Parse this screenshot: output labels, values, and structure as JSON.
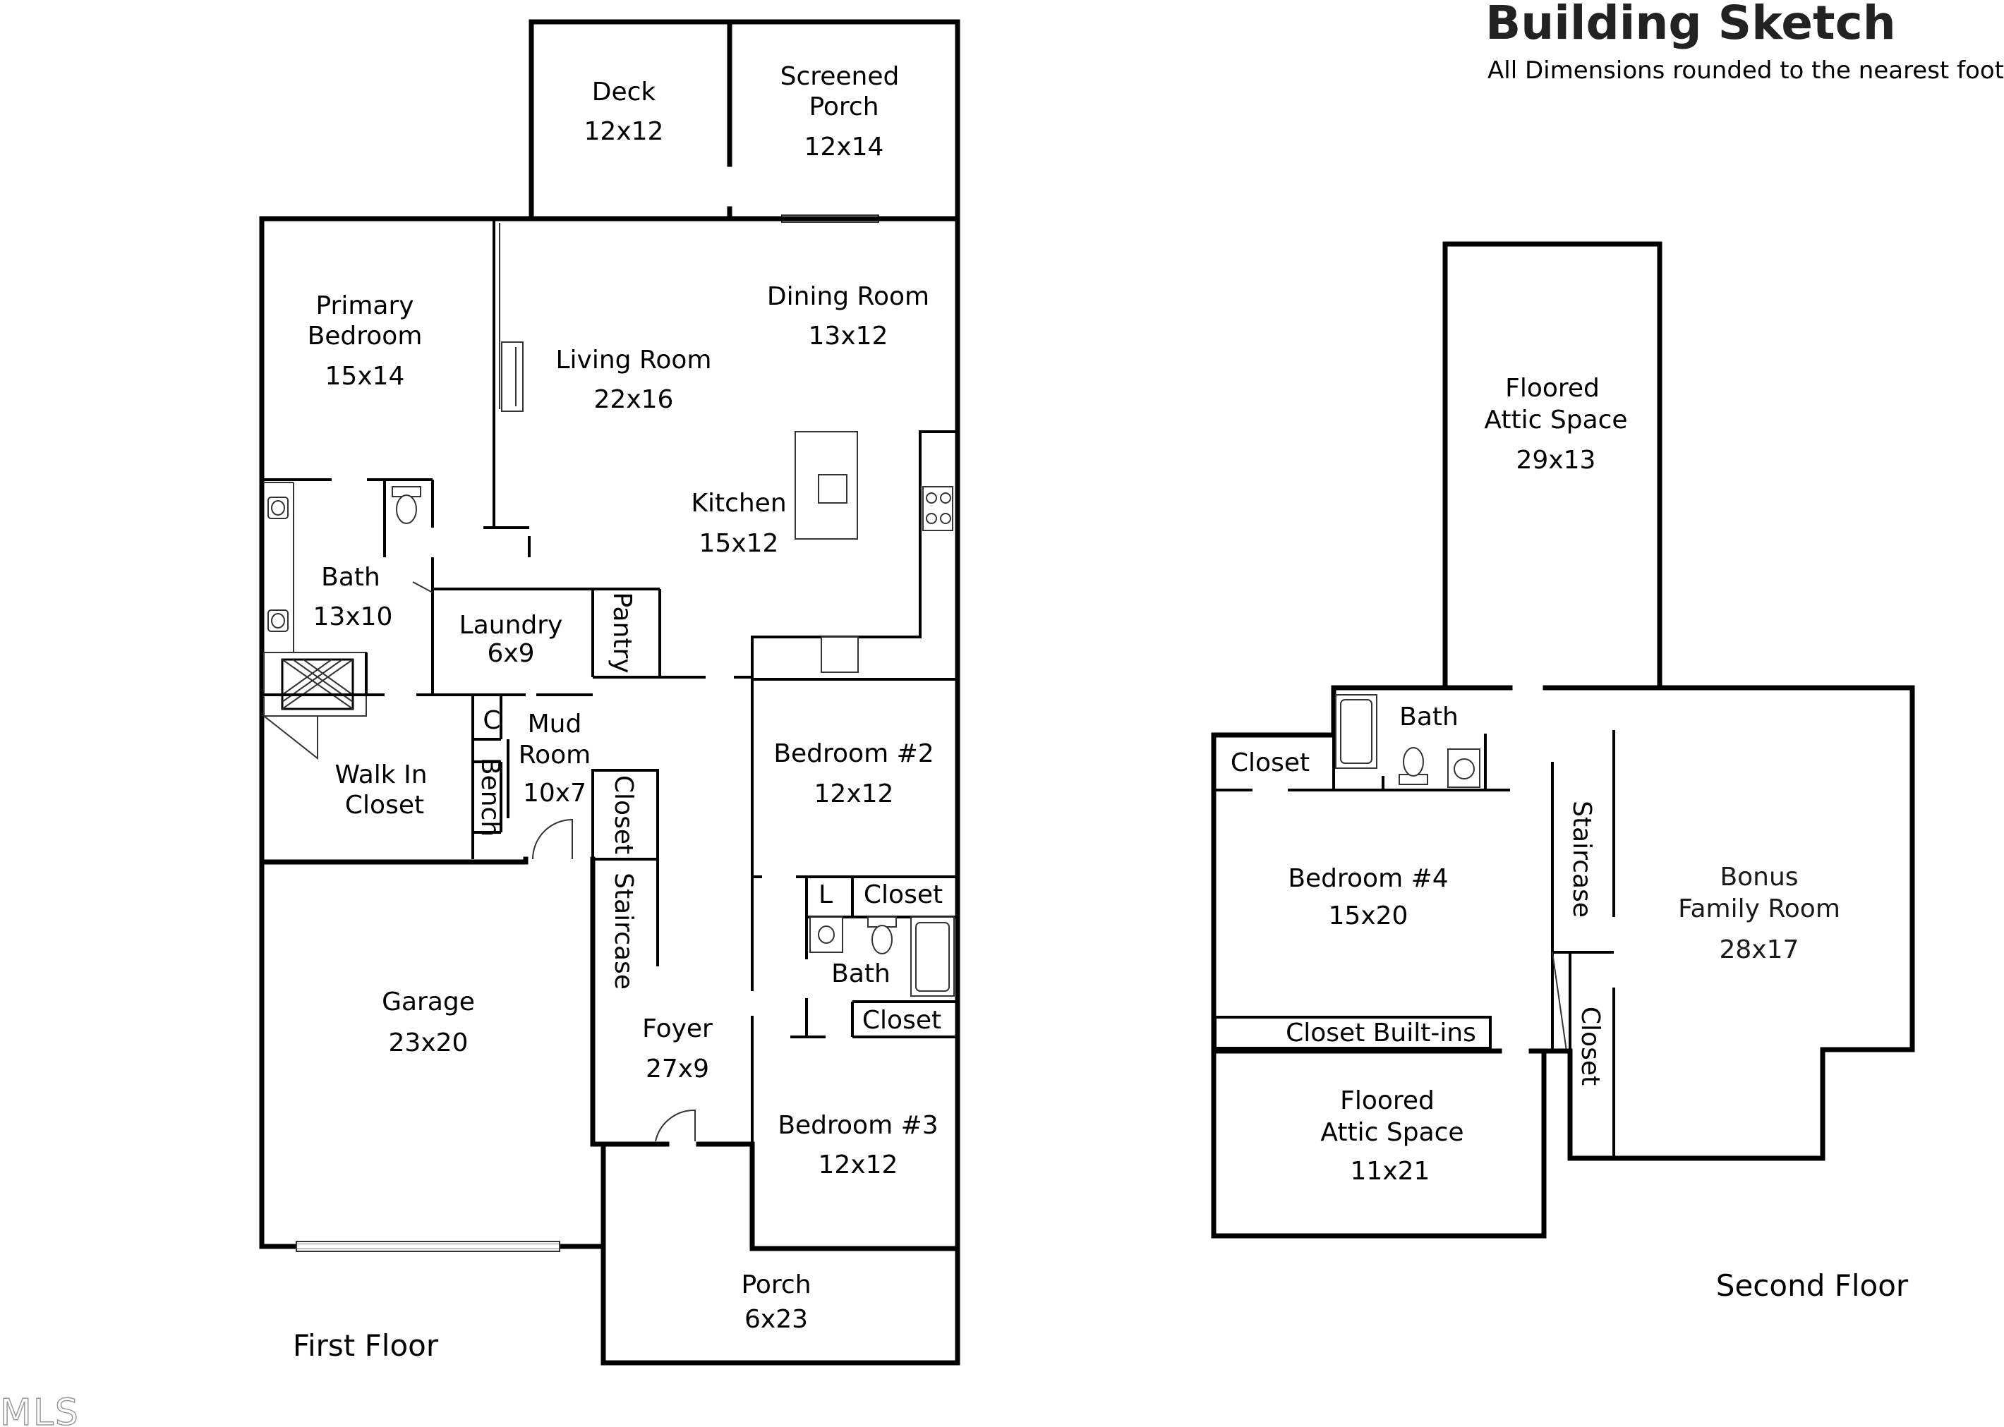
{
  "title": "Building Sketch",
  "subtitle": "All Dimensions rounded to the nearest foot.",
  "watermark": "MLS",
  "first_floor": {
    "caption": "First Floor",
    "rooms": {
      "deck": {
        "name": "Deck",
        "dim": "12x12"
      },
      "screened_porch": {
        "name1": "Screened",
        "name2": "Porch",
        "dim": "12x14"
      },
      "primary_bedroom": {
        "name1": "Primary",
        "name2": "Bedroom",
        "dim": "15x14"
      },
      "living_room": {
        "name": "Living Room",
        "dim": "22x16"
      },
      "dining_room": {
        "name": "Dining Room",
        "dim": "13x12"
      },
      "kitchen": {
        "name": "Kitchen",
        "dim": "15x12"
      },
      "bath_primary": {
        "name": "Bath",
        "dim": "13x10"
      },
      "laundry": {
        "name": "Laundry",
        "dim": "6x9"
      },
      "pantry": {
        "name": "Pantry"
      },
      "mud_room": {
        "name1": "Mud",
        "name2": "Room",
        "dim": "10x7"
      },
      "c_closet": {
        "name": "C"
      },
      "bench": {
        "name": "Bench"
      },
      "walk_in_closet": {
        "name1": "Walk In",
        "name2": "Closet"
      },
      "foyer_closet": {
        "name": "Closet"
      },
      "staircase": {
        "name": "Staircase"
      },
      "bedroom2": {
        "name": "Bedroom #2",
        "dim": "12x12"
      },
      "linen": {
        "name": "L"
      },
      "closet_upper": {
        "name": "Closet"
      },
      "bath_hall": {
        "name": "Bath"
      },
      "closet_lower": {
        "name": "Closet"
      },
      "garage": {
        "name": "Garage",
        "dim": "23x20"
      },
      "foyer": {
        "name": "Foyer",
        "dim": "27x9"
      },
      "bedroom3": {
        "name": "Bedroom #3",
        "dim": "12x12"
      },
      "porch": {
        "name": "Porch",
        "dim": "6x23"
      }
    }
  },
  "second_floor": {
    "caption": "Second Floor",
    "rooms": {
      "attic_upper": {
        "name1": "Floored",
        "name2": "Attic Space",
        "dim": "29x13"
      },
      "bath": {
        "name": "Bath"
      },
      "closet": {
        "name": "Closet"
      },
      "bedroom4": {
        "name": "Bedroom #4",
        "dim": "15x20"
      },
      "staircase": {
        "name": "Staircase"
      },
      "bonus": {
        "name1": "Bonus",
        "name2": "Family Room",
        "dim": "28x17"
      },
      "closet_builtins": {
        "name": "Closet Built-ins"
      },
      "closet_side": {
        "name": "Closet"
      },
      "attic_lower": {
        "name1": "Floored",
        "name2": "Attic Space",
        "dim": "11x21"
      }
    }
  }
}
